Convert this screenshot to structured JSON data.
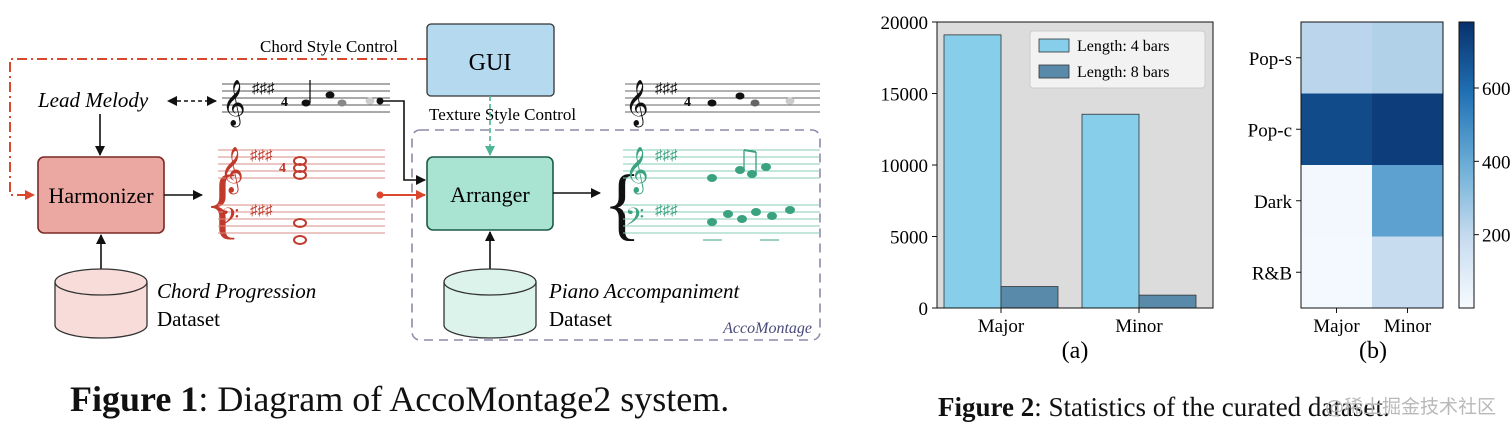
{
  "fig1": {
    "caption_label": "Figure 1",
    "caption_text": ": Diagram of AccoMontage2 system.",
    "labels": {
      "chord_style_control": "Chord Style Control",
      "gui": "GUI",
      "lead_melody": "Lead Melody",
      "texture_style_control": "Texture Style  Control",
      "harmonizer": "Harmonizer",
      "arranger": "Arranger",
      "chord_dataset_name": "Chord Progression",
      "chord_dataset_sub": "Dataset",
      "piano_dataset_name": "Piano Accompaniment",
      "piano_dataset_sub": "Dataset",
      "accomontage": "AccoMontage"
    },
    "colors": {
      "harmonizer_fill": "#eba8a3",
      "harmonizer_stroke": "#7a2a25",
      "arranger_fill": "#a9e3d2",
      "gui_fill": "#b5daf0",
      "red_arrow": "#d9472f",
      "teal_arrow": "#4bb595",
      "chord_db_fill": "#f8dcda",
      "piano_db_fill": "#dcf3ec",
      "group_border": "#8a8aa8"
    }
  },
  "fig2": {
    "caption_label": "Figure 2",
    "caption_text": ": Statistics of the curated dataset.",
    "watermark": "@稀土掘金技术社区"
  },
  "chart_data": [
    {
      "type": "bar",
      "sublabel": "(a)",
      "categories": [
        "Major",
        "Minor"
      ],
      "series": [
        {
          "name": "Length: 4 bars",
          "values": [
            19100,
            13550
          ],
          "color": "#87ceeb"
        },
        {
          "name": "Length: 8 bars",
          "values": [
            1500,
            900
          ],
          "color": "#5a8aa9"
        }
      ],
      "ylim": [
        0,
        20000
      ],
      "yticks": [
        0,
        5000,
        10000,
        15000,
        20000
      ],
      "background": "#dcdcdc",
      "legend": "top-right"
    },
    {
      "type": "heatmap",
      "sublabel": "(b)",
      "x": [
        "Major",
        "Minor"
      ],
      "y": [
        "Pop-s",
        "Pop-c",
        "Dark",
        "R&B"
      ],
      "values": [
        [
          220,
          240
        ],
        [
          700,
          740
        ],
        [
          20,
          430
        ],
        [
          15,
          190
        ]
      ],
      "colorbar_range": [
        0,
        780
      ],
      "colorbar_ticks": [
        200,
        400,
        600
      ],
      "colormap": [
        "#f7fbff",
        "#c6dbef",
        "#6baed6",
        "#2171b5",
        "#08306b"
      ]
    }
  ]
}
